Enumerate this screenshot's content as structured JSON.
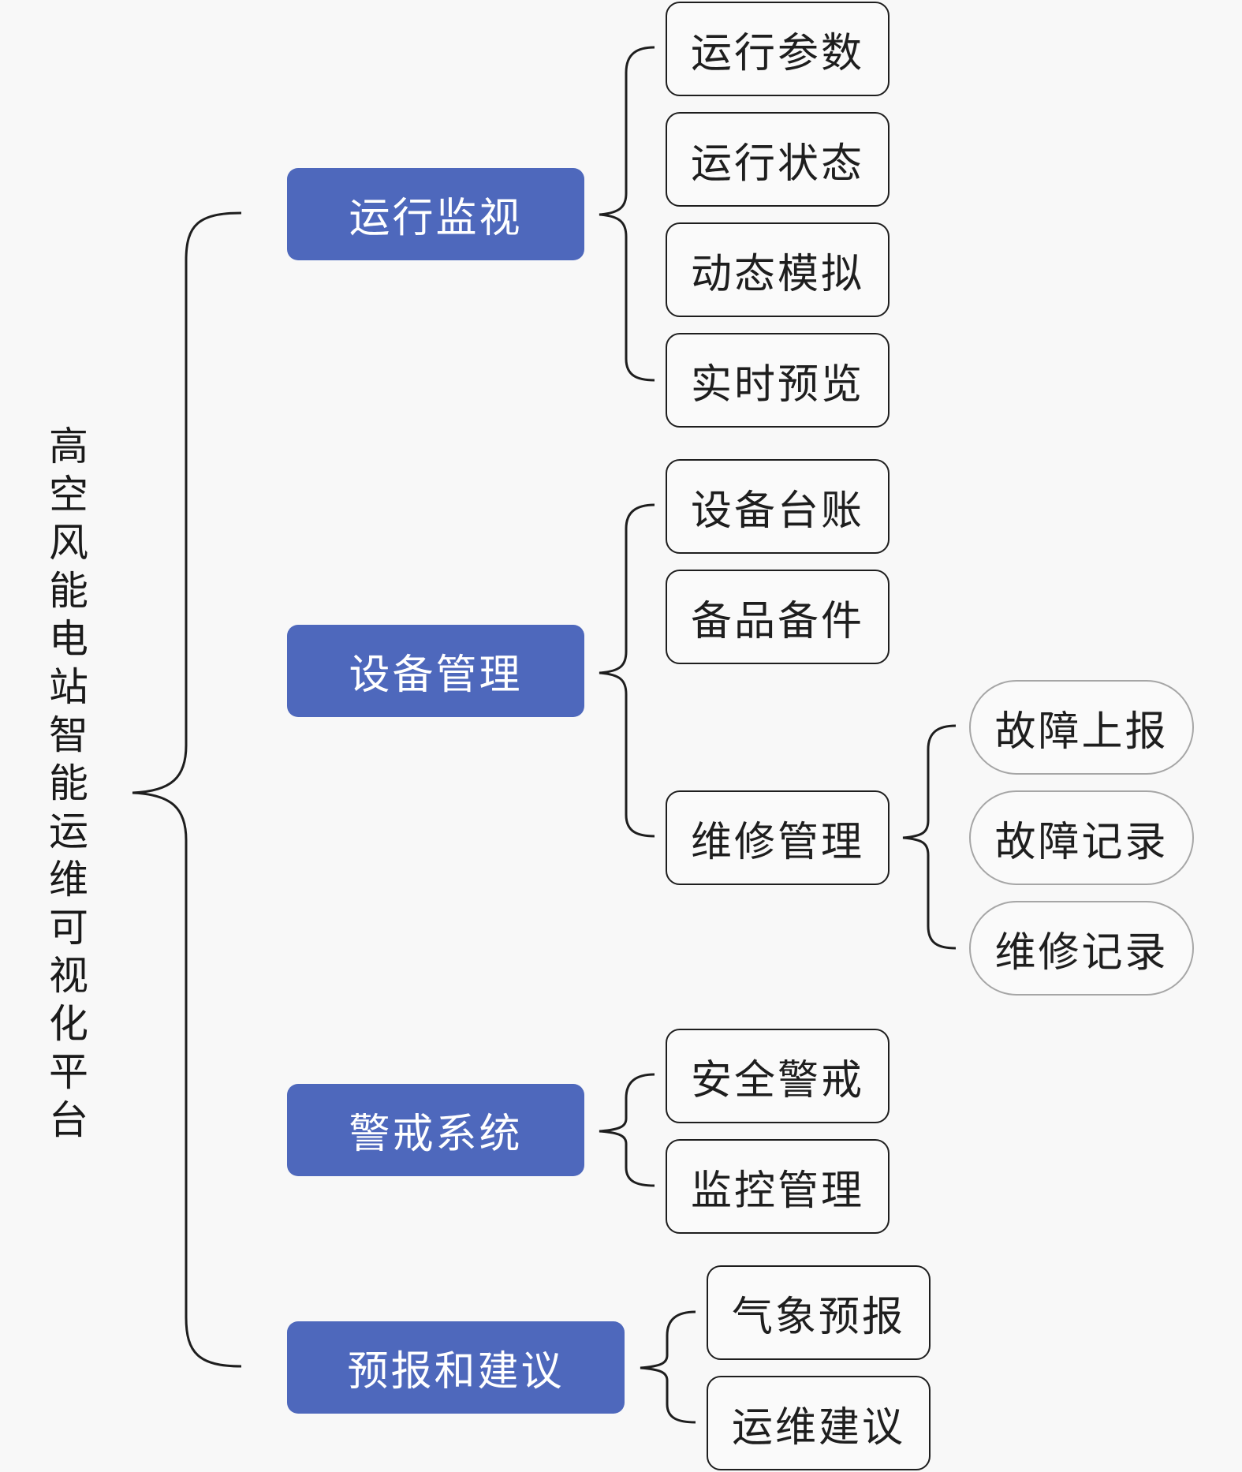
{
  "root": {
    "label": "高空风能电站智能运维可视化平台"
  },
  "branches": [
    {
      "label": "运行监视",
      "children": [
        {
          "label": "运行参数"
        },
        {
          "label": "运行状态"
        },
        {
          "label": "动态模拟"
        },
        {
          "label": "实时预览"
        }
      ]
    },
    {
      "label": "设备管理",
      "children": [
        {
          "label": "设备台账"
        },
        {
          "label": "备品备件"
        },
        {
          "label": "维修管理",
          "children": [
            {
              "label": "故障上报"
            },
            {
              "label": "故障记录"
            },
            {
              "label": "维修记录"
            }
          ]
        }
      ]
    },
    {
      "label": "警戒系统",
      "children": [
        {
          "label": "安全警戒"
        },
        {
          "label": "监控管理"
        }
      ]
    },
    {
      "label": "预报和建议",
      "children": [
        {
          "label": "气象预报"
        },
        {
          "label": "运维建议"
        }
      ]
    }
  ],
  "colors": {
    "primary_fill": "#4e68bc",
    "primary_text": "#ffffff",
    "outline": "#1e1e1e",
    "pill_outline": "#a6a6a6",
    "background": "#f8f8f8"
  }
}
